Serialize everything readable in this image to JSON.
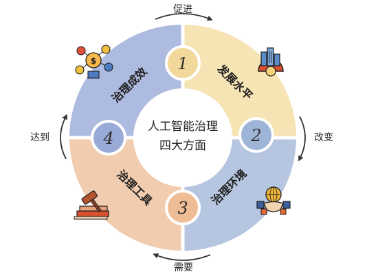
{
  "center": {
    "line1": "人工智能治理",
    "line2": "四大方面"
  },
  "segments": [
    {
      "number": "1",
      "label": "发展水平",
      "color": "#f6e4b4",
      "circle_color": "#f2d89a",
      "icon": "city-gear-icon"
    },
    {
      "number": "2",
      "label": "治理环境",
      "color": "#b6c6e0",
      "circle_color": "#9fb5d8",
      "icon": "handshake-globe-icon"
    },
    {
      "number": "3",
      "label": "治理工具",
      "color": "#f2ccae",
      "circle_color": "#efbd95",
      "icon": "gavel-books-icon"
    },
    {
      "number": "4",
      "label": "治理成效",
      "color": "#aebbe0",
      "circle_color": "#9aaad6",
      "icon": "results-network-icon"
    }
  ],
  "transitions": {
    "top": "促进",
    "right": "改变",
    "bottom": "需要",
    "left": "达到"
  },
  "colors": {
    "arrow": "#333333",
    "divider": "#ffffff"
  }
}
